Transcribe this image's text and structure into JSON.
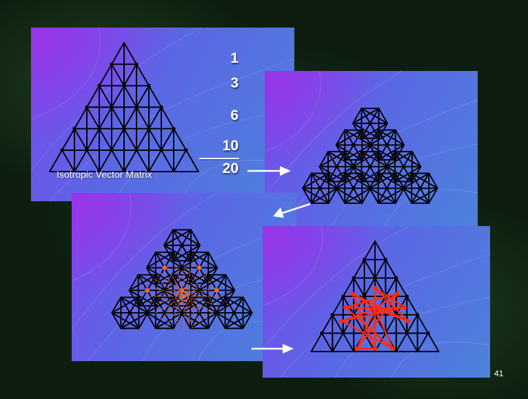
{
  "slide": {
    "page_number": "41",
    "panels": [
      {
        "id": "isotropic-vector-matrix",
        "caption": "Isotropic Vector Matrix",
        "sum_terms": [
          "1",
          "3",
          "6",
          "10"
        ],
        "sum_total": "20"
      },
      {
        "id": "truncated-arrangement"
      },
      {
        "id": "arrangement-orange-highlight",
        "highlight_color": "#ff6a20"
      },
      {
        "id": "triangle-red-highlight",
        "highlight_color": "#ff2a10"
      }
    ]
  }
}
